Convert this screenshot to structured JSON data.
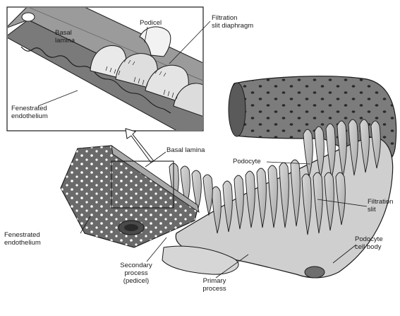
{
  "labels": {
    "inset_basal_lamina": [
      "Basal",
      "lamina"
    ],
    "inset_podicel": "Podicel",
    "inset_filtration_slit_diaphragm": [
      "Filtration",
      "slit diaphragm"
    ],
    "inset_fenestrated_endothelium": [
      "Fenestrated",
      "endothelium"
    ],
    "basal_lamina": "Basal lamina",
    "podocyte": "Podocyte",
    "filtration_slit": [
      "Filtration",
      "slit"
    ],
    "fenestrated_endothelium": [
      "Fenestrated",
      "endothelium"
    ],
    "podocyte_cell_body": [
      "Podocyte",
      "cell body"
    ],
    "secondary_process": [
      "Secondary",
      "process",
      "(pedicel)"
    ],
    "primary_process": [
      "Primary",
      "process"
    ]
  },
  "colors": {
    "line": "#1a1a1a",
    "dark_tissue": "#6b6b6b",
    "mid_tissue": "#9a9a9a",
    "light_tissue": "#cfcfcf",
    "pale_tissue": "#e6e6e6",
    "white": "#ffffff"
  }
}
